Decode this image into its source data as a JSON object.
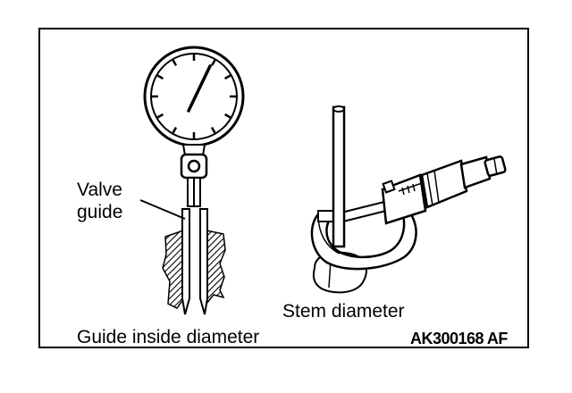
{
  "labels": {
    "valve_guide_line1": "Valve",
    "valve_guide_line2": "guide",
    "stem_diameter": "Stem diameter",
    "guide_inside_diameter": "Guide inside diameter",
    "figure_code": "AK300168 AF"
  },
  "icons": {
    "left": "dial-bore-gauge-icon",
    "right": "micrometer-icon"
  }
}
